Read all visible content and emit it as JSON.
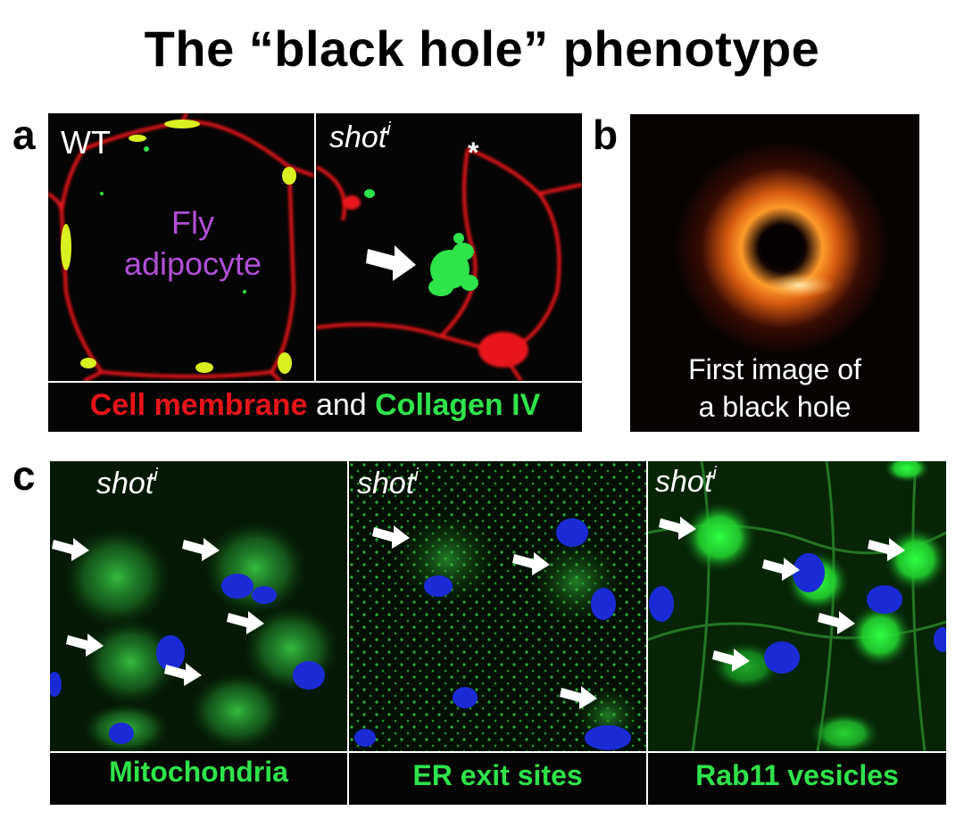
{
  "title": "The “black hole” phenotype",
  "panel_labels": {
    "a": "a",
    "b": "b",
    "c": "c"
  },
  "panel_a": {
    "wt_label": "WT",
    "cell_label_line1": "Fly",
    "cell_label_line2": "adipocyte",
    "mutant_label": "shot",
    "mutant_superscript": "i",
    "asterisk": "*",
    "caption_red": "Cell membrane",
    "caption_and": "and",
    "caption_green": "Collagen IV",
    "colors": {
      "membrane": "#e8141a",
      "collagen": "#2fe34a",
      "adipocyte_text": "#b14fd8"
    }
  },
  "panel_b": {
    "caption_line1": "First image of",
    "caption_line2": "a black hole"
  },
  "panel_c": {
    "subpanels": [
      {
        "label": "shot",
        "superscript": "i",
        "caption": "Mitochondria"
      },
      {
        "label": "shot",
        "superscript": "i",
        "caption": "ER exit sites"
      },
      {
        "label": "shot",
        "superscript": "i",
        "caption": "Rab11 vesicles"
      }
    ],
    "colors": {
      "caption": "#2fe34a",
      "nucleus": "#1a2bd6"
    }
  }
}
